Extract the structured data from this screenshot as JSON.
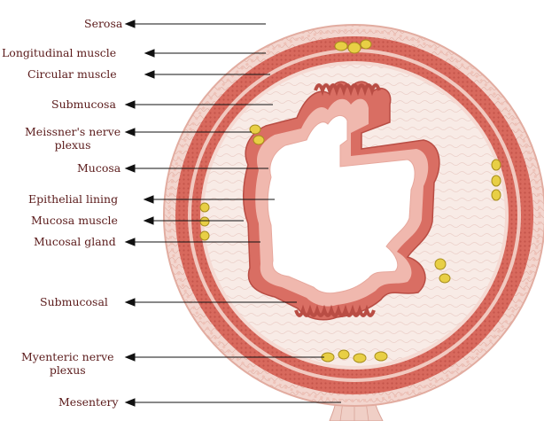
{
  "labels": {
    "serosa": "Serosa",
    "longitudinal": "Longitudinal muscle",
    "circular": "Circular muscle",
    "submucosa": "Submucosa",
    "meissner_1": "Meissner's nerve",
    "meissner_2": "plexus",
    "mucosa": "Mucosa",
    "epithelial": "Epithelial lining",
    "mucosa_muscle": "Mucosa muscle",
    "mucosal_gland": "Mucosal gland",
    "submucosal": "Submucosal",
    "myenteric_1": "Myenteric nerve",
    "myenteric_2": "plexus",
    "mesentery": "Mesentery"
  },
  "colors": {
    "serosa": "#f3d6cf",
    "muscle": "#d8695d",
    "muscle_dark": "#c4544a",
    "submucosa": "#f8ebe6",
    "mucosa": "#d96e63",
    "mucosa_inner": "#f0b8ae",
    "lumen": "#ffffff",
    "ganglion": "#e8cf45",
    "text": "#5a1a1a",
    "arrow": "#111111"
  },
  "icons": {
    "arrow": "arrow-left-icon",
    "ganglion": "nerve-ganglion-icon"
  }
}
